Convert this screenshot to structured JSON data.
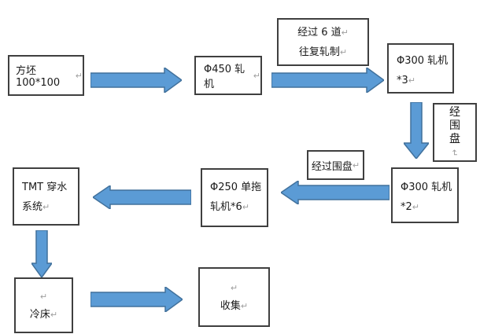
{
  "colors": {
    "arrow_fill": "#5b9bd5",
    "arrow_stroke": "#41719c",
    "box_border": "#3f3f3f",
    "text": "#1a1a1a",
    "paragraph_mark": "#9e9e9e",
    "background": "#ffffff"
  },
  "flowchart": {
    "nodes": {
      "billet": {
        "text": "方坯 100*100",
        "mark": "↵"
      },
      "mill450": {
        "text": "Φ450 轧机",
        "mark": "↵"
      },
      "pass6": {
        "line1": "经过 6 道",
        "mark1": "↵",
        "line2": "往复轧制",
        "mark2": "↵"
      },
      "mill300x3": {
        "line1": "Φ300 轧机",
        "line2": "*3",
        "mark": "↵"
      },
      "loop_vertical": {
        "char1": "经",
        "char2": "围",
        "char3": "盘",
        "mark": "↵"
      },
      "mill300x2": {
        "line1": "Φ300 轧机",
        "line2": "*2",
        "mark": "↵"
      },
      "loop": {
        "text": "经过围盘",
        "mark": "↵"
      },
      "mill250": {
        "line1": "Φ250 单拖",
        "line2": "轧机*6",
        "mark": "↵"
      },
      "tmt": {
        "line1": "TMT 穿水",
        "line2": "系统",
        "mark": "↵"
      },
      "cooling_bed": {
        "mark0": "↵",
        "text": "冷床",
        "mark": "↵"
      },
      "collect": {
        "mark0": "↵",
        "text": "收集",
        "mark": "↵"
      }
    },
    "arrows": [
      {
        "from": "billet",
        "to": "mill450",
        "direction": "right"
      },
      {
        "from": "mill450",
        "to": "mill300x3",
        "direction": "right"
      },
      {
        "from": "mill300x3",
        "to": "mill300x2",
        "direction": "down"
      },
      {
        "from": "mill300x2",
        "to": "mill250",
        "direction": "left"
      },
      {
        "from": "mill250",
        "to": "tmt",
        "direction": "left"
      },
      {
        "from": "tmt",
        "to": "cooling_bed",
        "direction": "down"
      },
      {
        "from": "cooling_bed",
        "to": "collect",
        "direction": "right"
      }
    ]
  }
}
